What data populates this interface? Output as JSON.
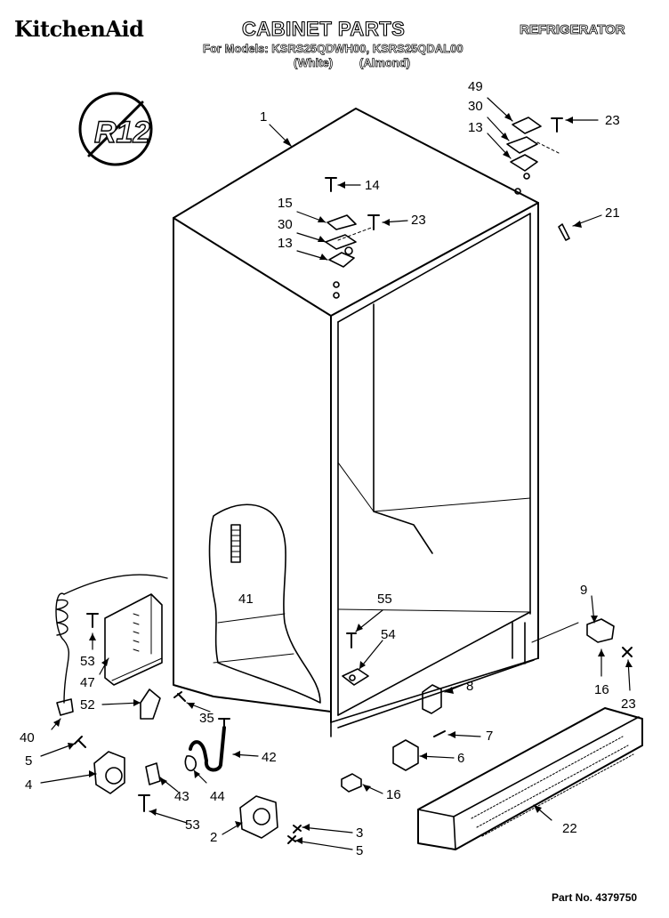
{
  "header": {
    "brand": "KitchenAid",
    "title": "CABINET PARTS",
    "appliance": "REFRIGERATOR",
    "models_line": "For Models: KSRS25QDWH00, KSRS25QDAL00",
    "color_white": "(White)",
    "color_almond": "(Almond)"
  },
  "badge": {
    "text": "R12"
  },
  "footer": {
    "part_number": "Part No. 4379750"
  },
  "callouts": {
    "c1": "1",
    "c14": "14",
    "c15": "15",
    "c30a": "30",
    "c23a": "23",
    "c13a": "13",
    "c49": "49",
    "c30b": "30",
    "c13b": "13",
    "c23b": "23",
    "c21": "21",
    "c41": "41",
    "c55": "55",
    "c54": "54",
    "c9": "9",
    "c16a": "16",
    "c23c": "23",
    "c53a": "53",
    "c47": "47",
    "c52": "52",
    "c35": "35",
    "c40": "40",
    "c8": "8",
    "c7": "7",
    "c6": "6",
    "c5a": "5",
    "c4": "4",
    "c42": "42",
    "c43": "43",
    "c44": "44",
    "c16b": "16",
    "c22": "22",
    "c53b": "53",
    "c2": "2",
    "c3": "3",
    "c5b": "5"
  }
}
